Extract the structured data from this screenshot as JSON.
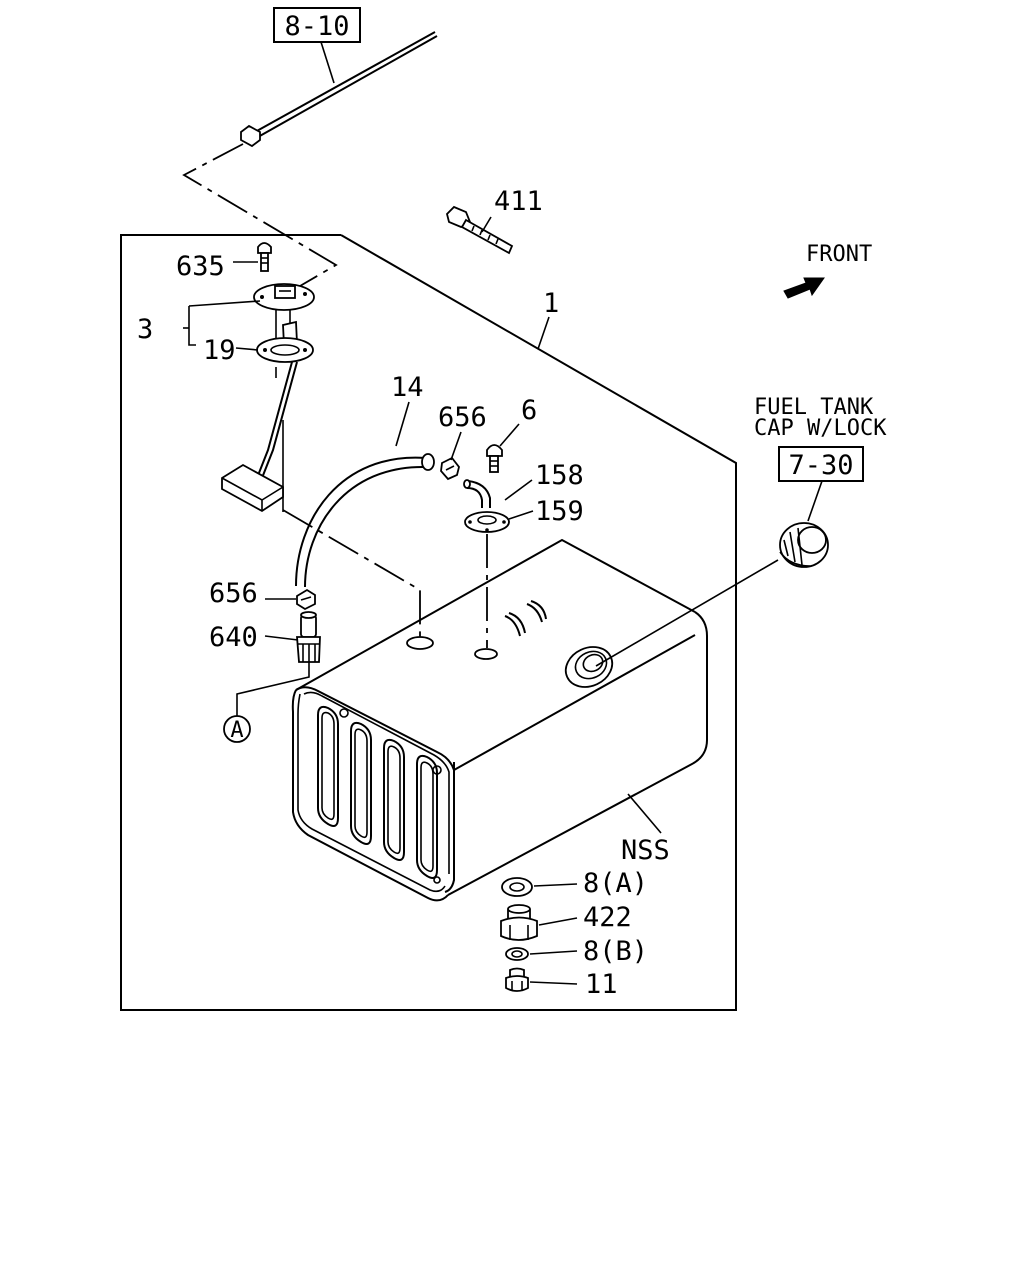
{
  "refs": {
    "ref_8_10": "8-10",
    "ref_7_30": "7-30"
  },
  "labels": {
    "p411": "411",
    "p635": "635",
    "p3": "3",
    "p19": "19",
    "p1": "1",
    "p14": "14",
    "p656_top": "656",
    "p6": "6",
    "p158": "158",
    "p159": "159",
    "p656_bottom": "656",
    "p640": "640",
    "pA": "A",
    "nss": "NSS",
    "p8a": "8(A)",
    "p422": "422",
    "p8b": "8(B)",
    "p11": "11"
  },
  "notes": {
    "front": "FRONT",
    "cap_line1": "FUEL TANK",
    "cap_line2": "CAP W/LOCK"
  }
}
